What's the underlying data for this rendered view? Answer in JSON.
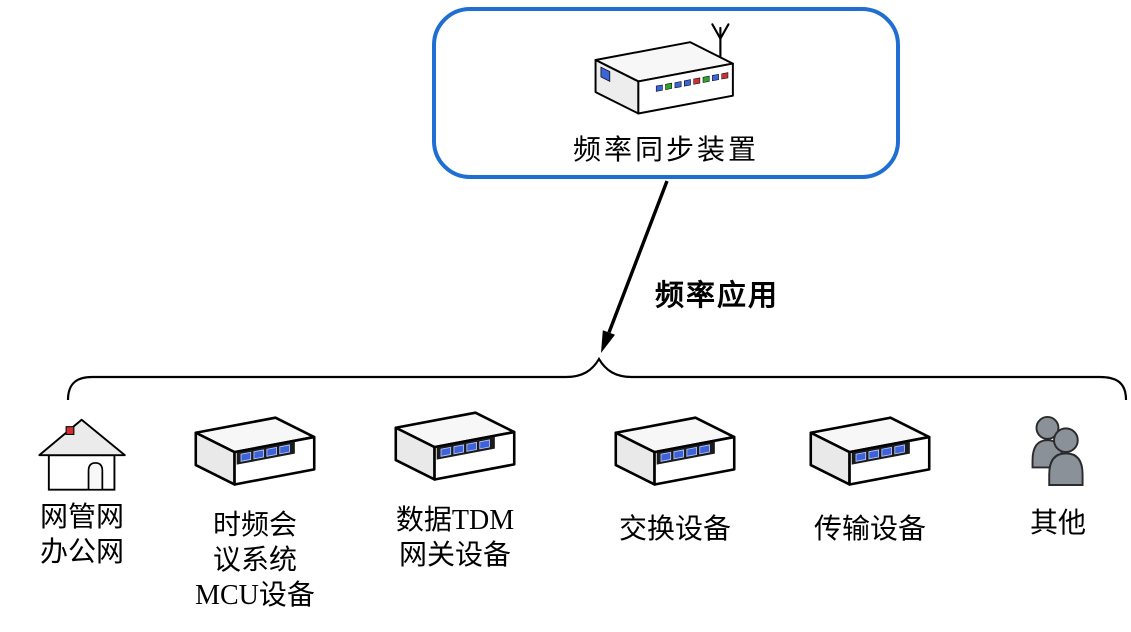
{
  "top_device": {
    "label": "频率同步装置",
    "icon": "wireless-router-icon"
  },
  "arrow": {
    "label": "频率应用"
  },
  "devices": [
    {
      "name": "网管网办公网",
      "icon": "house-icon",
      "lines": [
        "网管网",
        "办公网"
      ]
    },
    {
      "name": "时频会议系统MCU设备",
      "icon": "network-device-icon",
      "lines": [
        "时频会",
        "议系统",
        "MCU设备"
      ]
    },
    {
      "name": "数据TDM网关设备",
      "icon": "network-device-icon",
      "lines": [
        "数据TDM",
        "网关设备"
      ]
    },
    {
      "name": "交换设备",
      "icon": "network-device-icon",
      "lines": [
        "交换设备"
      ]
    },
    {
      "name": "传输设备",
      "icon": "network-device-icon",
      "lines": [
        "传输设备"
      ]
    },
    {
      "name": "其他",
      "icon": "people-icon",
      "lines": [
        "其他"
      ]
    }
  ],
  "colors": {
    "box_border": "#1f6fd2",
    "port_blue": "#3c64d8",
    "person_gray": "#8a9199",
    "led_green": "#2fa12f",
    "led_red": "#c83232",
    "red_accent": "#d03030"
  }
}
